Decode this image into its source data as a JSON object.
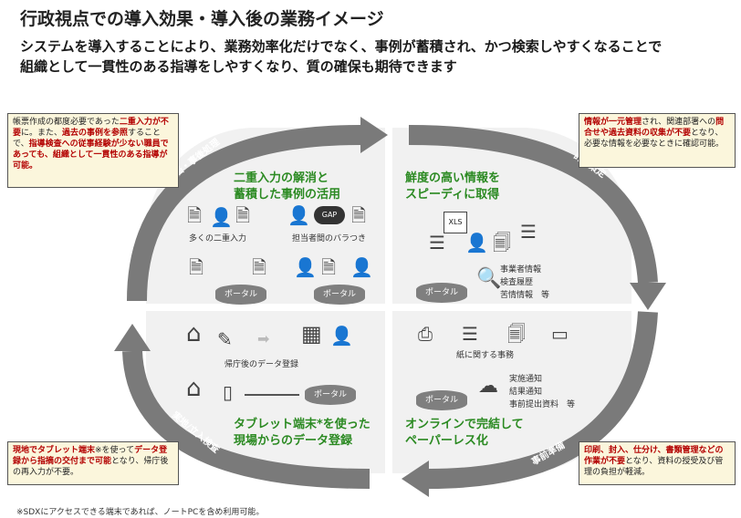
{
  "title": "行政視点での導入効果・導入後の業務イメージ",
  "lead_line1": "システムを導入することにより、業務効率化だけでなく、事例が蓄積され、かつ検索しやすくなることで",
  "lead_line2": "組織として一貫性のある指導をしやすくなり、質の確保も期待できます",
  "cycle": {
    "top_left_arrow": "評価・事後処理",
    "top_right_arrow": "計画策定",
    "bottom_right_arrow": "事前準備",
    "bottom_left_arrow": "実地/立入検査"
  },
  "quadrants": {
    "tl": {
      "heading1": "二重入力の解消と",
      "heading2": "蓄積した事例の活用",
      "label_double": "多くの二重入力",
      "label_variance": "担当者間のバラつき",
      "gap": "GAP",
      "portal1": "ポータル",
      "portal2": "ポータル"
    },
    "tr": {
      "heading1": "鮮度の高い情報を",
      "heading2": "スピーディに取得",
      "xls": "XLS",
      "portal": "ポータル",
      "list1": "事業者情報",
      "list2": "検査履歴",
      "list3": "苦情情報　等"
    },
    "bl": {
      "label_return": "帰庁後のデータ登録",
      "portal": "ポータル",
      "heading1": "タブレット端末*を使った",
      "heading2": "現場からのデータ登録"
    },
    "br": {
      "label_paper": "紙に関する事務",
      "portal": "ポータル",
      "list1": "実施通知",
      "list2": "結果通知",
      "list3": "事前提出資料　等",
      "heading1": "オンラインで完結して",
      "heading2": "ペーパーレス化"
    }
  },
  "callouts": {
    "top_left": {
      "p1": "帳票作成の都度必要であった",
      "b1": "二重入力が不要",
      "p2": "に。また、",
      "b2": "過去の事例を参照",
      "p3": "することで、",
      "b3": "指導検査への従事経験が少ない職員であっても、組織として一貫性のある指導が可能。"
    },
    "top_right": {
      "b1": "情報が一元管理",
      "p1": "され、関連部署への",
      "b2": "問合せや過去資料の収集が不要",
      "p2": "となり、必要な情報を必要なときに確認可能。"
    },
    "bottom_left": {
      "b1": "現地でタブレット端末",
      "p1": "※を使って",
      "b2": "データ登録から指摘の交付まで可能",
      "p2": "となり、帰庁後の再入力が不要。"
    },
    "bottom_right": {
      "b1": "印刷、封入、仕分け、書類管理などの作業が不要",
      "p1": "となり、資料の授受及び管理の負担が軽減。"
    }
  },
  "footnote": "※SDXにアクセスできる端末であれば、ノートPCを含め利用可能。",
  "colors": {
    "accent_green": "#2b8a22",
    "arrow_gray": "#7a7a7a",
    "callout_bg": "#fbf6dc",
    "emphasis_red": "#b30000"
  },
  "icons": [
    "document-icon",
    "person-desk-icon",
    "gap-cloud-icon",
    "xls-file-icon",
    "magnifier-icon",
    "house-icon",
    "building-icon",
    "tablet-icon",
    "printer-icon",
    "cloud-upload-icon",
    "portal-database-icon"
  ]
}
